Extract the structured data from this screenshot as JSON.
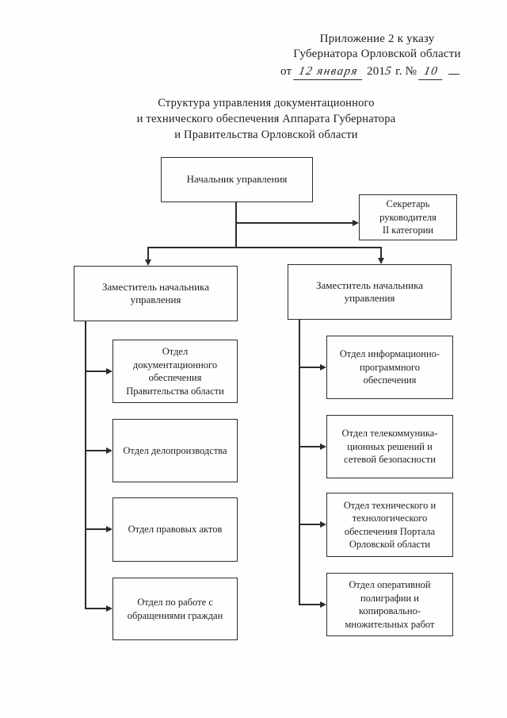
{
  "header": {
    "line1": "Приложение 2 к указу",
    "line2": "Губернатора Орловской области",
    "date_prefix": "от",
    "date_handwritten": "12 января",
    "year_printed": "201",
    "year_handwritten": "5",
    "after_year": "г. №",
    "number_handwritten": "10"
  },
  "title": {
    "line1": "Структура управления документационного",
    "line2": "и технического обеспечения Аппарата Губернатора",
    "line3": "и Правительства Орловской области"
  },
  "org": {
    "head": "Начальник управления",
    "secretary": "Секретарь\nруководителя\nII категории",
    "deputy_left": "Заместитель начальника\nуправления",
    "deputy_right": "Заместитель начальника\nуправления",
    "dept_l1": "Отдел\nдокументационного\nобеспечения\nПравительства области",
    "dept_l2": "Отдел делопроизводства",
    "dept_l3": "Отдел правовых актов",
    "dept_l4": "Отдел по работе с\nобращениями граждан",
    "dept_r1": "Отдел информационно-\nпрограммного\nобеспечения",
    "dept_r2": "Отдел телекоммуника-\nционных решений и\nсетевой безопасности",
    "dept_r3": "Отдел технического и\nтехнологического\nобеспечения Портала\nОрловской области",
    "dept_r4": "Отдел оперативной\nполиграфии и\nкопировально-\nмножительных работ"
  },
  "chart_data": {
    "type": "org-chart",
    "edges": [
      [
        "head",
        "secretary"
      ],
      [
        "head",
        "deputy_left"
      ],
      [
        "head",
        "deputy_right"
      ],
      [
        "deputy_left",
        "dept_l1"
      ],
      [
        "deputy_left",
        "dept_l2"
      ],
      [
        "deputy_left",
        "dept_l3"
      ],
      [
        "deputy_left",
        "dept_l4"
      ],
      [
        "deputy_right",
        "dept_r1"
      ],
      [
        "deputy_right",
        "dept_r2"
      ],
      [
        "deputy_right",
        "dept_r3"
      ],
      [
        "deputy_right",
        "dept_r4"
      ]
    ],
    "colors": {
      "ink": "#2c2c2c",
      "paper": "#fefefe"
    }
  }
}
